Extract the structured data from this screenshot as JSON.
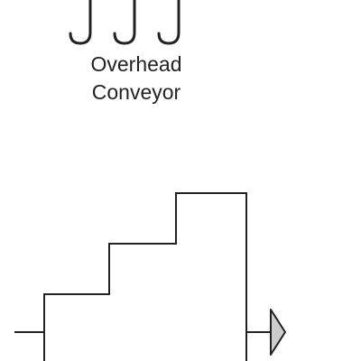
{
  "shapes": [
    {
      "id": "overhead-conveyor",
      "label_lines": [
        "Overhead",
        "Conveyor"
      ],
      "icon": "triple-hook-icon"
    },
    {
      "id": "stepped-process",
      "label_lines": [],
      "icon": "stair-step-block-icon"
    }
  ],
  "connectors": [
    {
      "id": "input-line",
      "arrowhead": "none"
    },
    {
      "id": "output-arrow",
      "arrowhead": "triangle"
    }
  ],
  "colors": {
    "stroke": "#222222",
    "arrow_fill": "#cccccc",
    "background": "#ffffff"
  }
}
